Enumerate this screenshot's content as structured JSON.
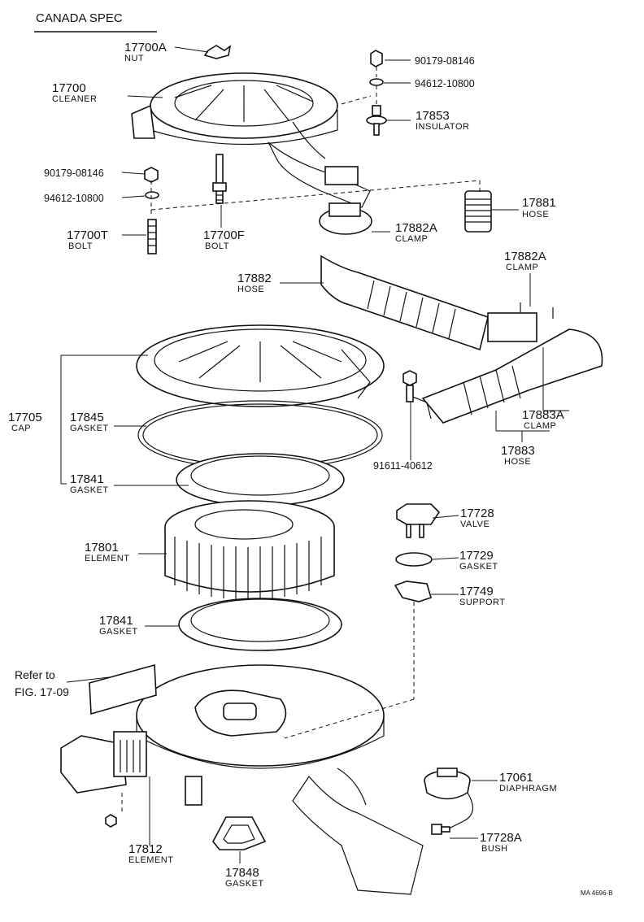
{
  "header": {
    "spec": "CANADA  SPEC"
  },
  "reference": {
    "line1": "Refer to",
    "line2": "FIG. 17-09"
  },
  "drawing_code": "MA 4696-B",
  "callouts": [
    {
      "id": "17700A",
      "num": "17700A",
      "name": "NUT"
    },
    {
      "id": "17700",
      "num": "17700",
      "name": "CLEANER"
    },
    {
      "id": "90179a",
      "num": "",
      "name": "90179-08146"
    },
    {
      "id": "94612a",
      "num": "",
      "name": "94612-10800"
    },
    {
      "id": "17853",
      "num": "17853",
      "name": "INSULATOR"
    },
    {
      "id": "90179b",
      "num": "",
      "name": "90179-08146"
    },
    {
      "id": "94612b",
      "num": "",
      "name": "94612-10800"
    },
    {
      "id": "17881",
      "num": "17881",
      "name": "HOSE"
    },
    {
      "id": "17700T",
      "num": "17700T",
      "name": "BOLT"
    },
    {
      "id": "17700F",
      "num": "17700F",
      "name": "BOLT"
    },
    {
      "id": "17882Aa",
      "num": "17882A",
      "name": "CLAMP"
    },
    {
      "id": "17882",
      "num": "17882",
      "name": "HOSE"
    },
    {
      "id": "17882Ab",
      "num": "17882A",
      "name": "CLAMP"
    },
    {
      "id": "17705",
      "num": "17705",
      "name": "CAP"
    },
    {
      "id": "17845",
      "num": "17845",
      "name": "GASKET"
    },
    {
      "id": "17883A",
      "num": "17883A",
      "name": "CLAMP"
    },
    {
      "id": "17883",
      "num": "17883",
      "name": "HOSE"
    },
    {
      "id": "91611",
      "num": "",
      "name": "91611-40612"
    },
    {
      "id": "17841a",
      "num": "17841",
      "name": "GASKET"
    },
    {
      "id": "17728",
      "num": "17728",
      "name": "VALVE"
    },
    {
      "id": "17801",
      "num": "17801",
      "name": "ELEMENT"
    },
    {
      "id": "17729",
      "num": "17729",
      "name": "GASKET"
    },
    {
      "id": "17749",
      "num": "17749",
      "name": "SUPPORT"
    },
    {
      "id": "17841b",
      "num": "17841",
      "name": "GASKET"
    },
    {
      "id": "17061",
      "num": "17061",
      "name": "DIAPHRAGM"
    },
    {
      "id": "17728A",
      "num": "17728A",
      "name": "BUSH"
    },
    {
      "id": "17812",
      "num": "17812",
      "name": "ELEMENT"
    },
    {
      "id": "17848",
      "num": "17848",
      "name": "GASKET"
    }
  ]
}
